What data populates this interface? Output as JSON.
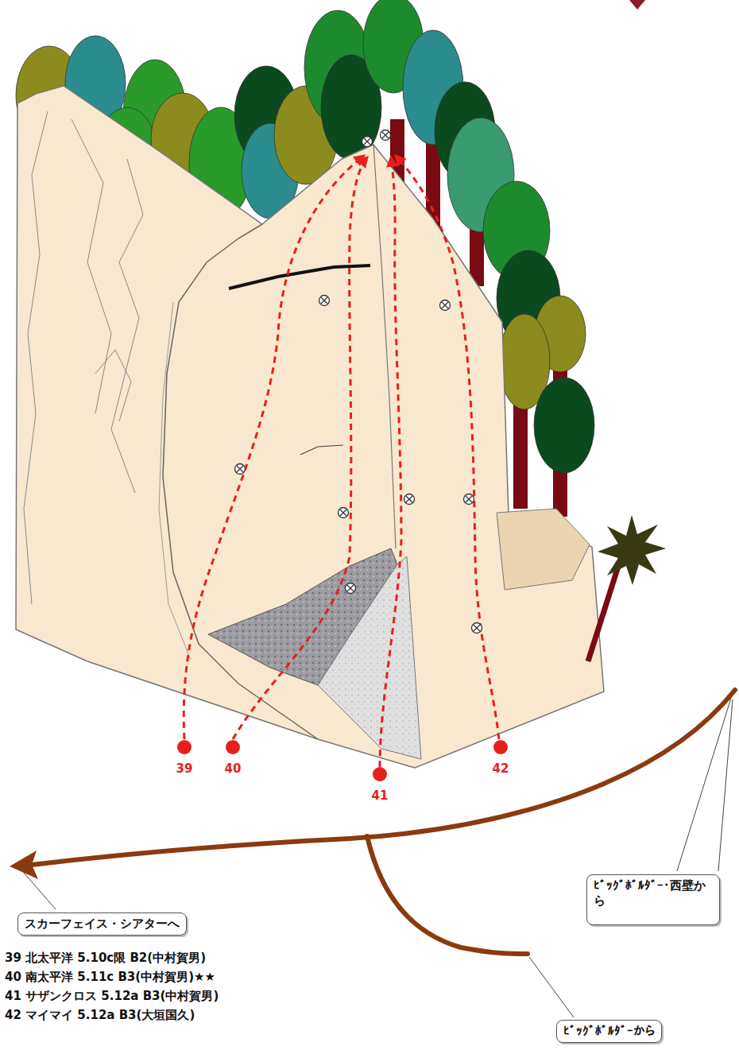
{
  "diagram": {
    "nodes": [
      {
        "text": [
          "スカーフェイス・シアターへ"
        ]
      },
      {
        "text": [
          "ﾋﾞｯｸﾞﾎﾞﾙﾀﾞｰ・西壁から"
        ]
      },
      {
        "text": [
          "ﾋﾞｯｸﾞﾎﾞﾙﾀﾞｰから"
        ]
      }
    ],
    "labels": [
      "39",
      "40",
      "41",
      "42",
      "39 北太平洋 5.10c限 B2(中村賀男)",
      "40 南太平洋 5.11c B3(中村賀男)★★",
      "41 サザンクロス 5.12a B3(中村賀男)",
      "42 マイマイ 5.12a B3(大垣国久)"
    ]
  }
}
